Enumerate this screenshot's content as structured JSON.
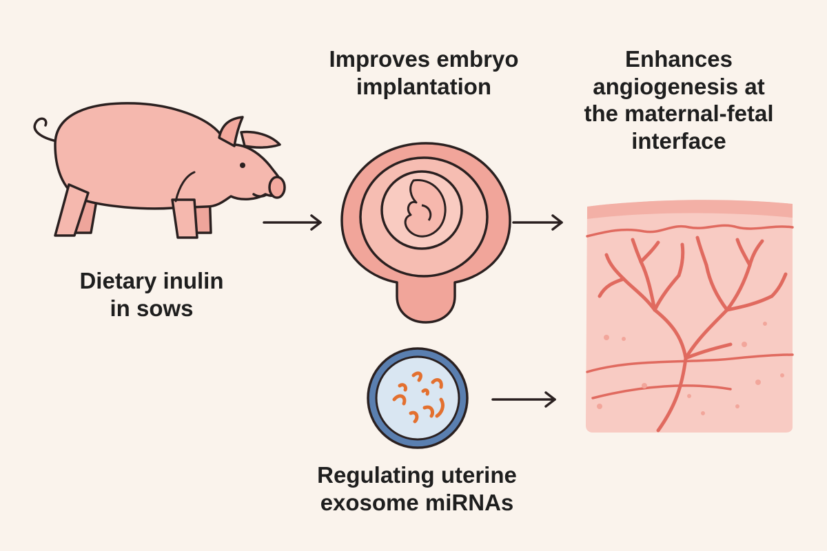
{
  "labels": {
    "dietary_inulin": {
      "line1": "Dietary inulin",
      "line2": "in sows"
    },
    "embryo_implantation": {
      "line1": "Improves embryo",
      "line2": "implantation"
    },
    "angiogenesis": {
      "line1": "Enhances",
      "line2": "angiogenesis at",
      "line3": "the maternal-fetal",
      "line4": "interface"
    },
    "exosome_mirnas": {
      "line1": "Regulating uterine",
      "line2": "exosome miRNAs"
    }
  },
  "icons": {
    "pig": "pig-icon",
    "uterus": "uterus-embryo-icon",
    "exosome": "exosome-mirna-icon",
    "tissue": "placental-tissue-vessels-icon"
  },
  "colors": {
    "background": "#faf3ec",
    "pink_fill": "#f5b8ae",
    "uterus_fill": "#f1a59a",
    "tissue_fill": "#f8cbc3",
    "vessel": "#e06a5f",
    "exosome_ring": "#5a7fb0",
    "exosome_fill": "#d9e6f2",
    "mirna": "#e3702f",
    "outline": "#2a2020"
  }
}
